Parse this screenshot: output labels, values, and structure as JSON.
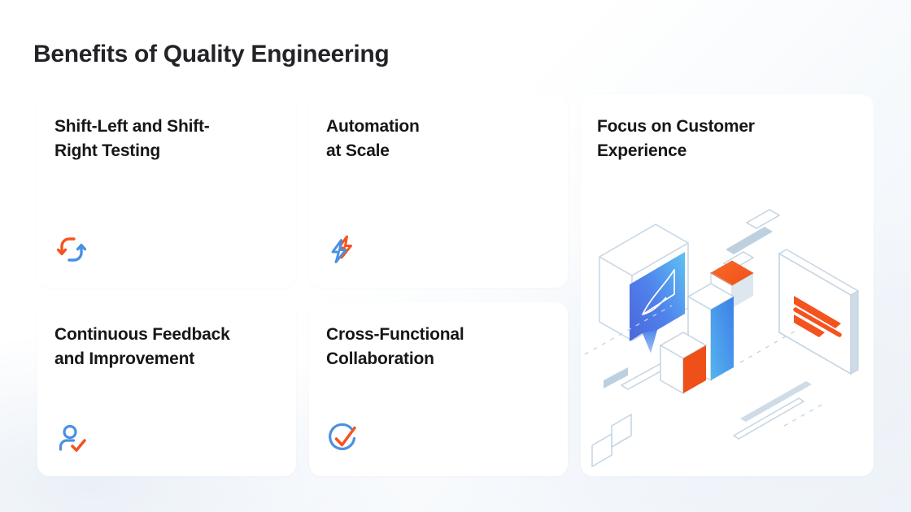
{
  "page": {
    "title": "Benefits of Quality Engineering",
    "background_color": "#ffffff",
    "background_tint": "#eef3f9",
    "title_color": "#232327"
  },
  "theme": {
    "accent_orange": "#f4531f",
    "accent_orange_light": "#ff6a33",
    "accent_blue": "#4a90e2",
    "accent_blue_deep": "#3f6fe0",
    "accent_cyan": "#4fb8f0",
    "card_background": "#ffffff",
    "gutter_tint": "#e4eaf2",
    "illustration_outline": "#c3d4e2",
    "text_color": "#17171a"
  },
  "cards": [
    {
      "id": "shift-left-right-testing",
      "title": "Shift-Left and Shift-\nRight Testing",
      "icon": "sync-arrows-icon"
    },
    {
      "id": "automation-at-scale",
      "title": "Automation\nat Scale",
      "icon": "double-lightning-bolt-icon"
    },
    {
      "id": "continuous-feedback",
      "title": "Continuous Feedback\nand Improvement",
      "icon": "user-check-icon"
    },
    {
      "id": "cross-functional-collaboration",
      "title": "Cross-Functional\nCollaboration",
      "icon": "circle-check-icon"
    }
  ],
  "feature_panel": {
    "id": "focus-on-customer-experience",
    "title": "Focus on Customer\nExperience",
    "illustration": "isometric-customer-experience-illustration",
    "illustration_elements": [
      "isometric-speech-bubble",
      "isometric-orange-cube",
      "isometric-document-panel",
      "isometric-bar-chart",
      "floating-bars"
    ]
  }
}
